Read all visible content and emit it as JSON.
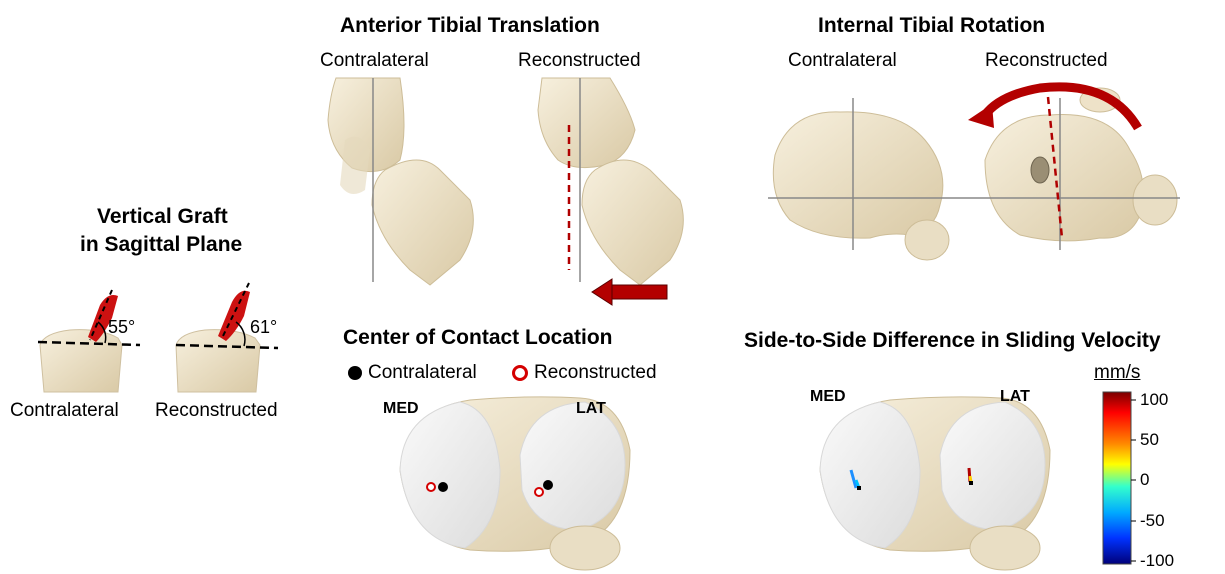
{
  "vertical_graft": {
    "title_line1": "Vertical Graft",
    "title_line2": "in Sagittal Plane",
    "angle_contralateral": "55°",
    "angle_reconstructed": "61°",
    "label_contralateral": "Contralateral",
    "label_reconstructed": "Reconstructed"
  },
  "anterior_translation": {
    "title": "Anterior Tibial Translation",
    "label_contralateral": "Contralateral",
    "label_reconstructed": "Reconstructed"
  },
  "internal_rotation": {
    "title": "Internal Tibial Rotation",
    "label_contralateral": "Contralateral",
    "label_reconstructed": "Reconstructed"
  },
  "contact_location": {
    "title": "Center of Contact Location",
    "legend_contralateral": "Contralateral",
    "legend_reconstructed": "Reconstructed",
    "med": "MED",
    "lat": "LAT"
  },
  "sliding_velocity": {
    "title": "Side-to-Side Difference in Sliding Velocity",
    "med": "MED",
    "lat": "LAT",
    "unit": "mm/s",
    "ticks": [
      "100",
      "50",
      "0",
      "-50",
      "-100"
    ]
  },
  "colors": {
    "bone": "#efe6cf",
    "bone_shade": "#d8c8a4",
    "cartilage": "#ebebeb",
    "graft_red": "#cc1111",
    "arrow_red": "#b30000"
  }
}
